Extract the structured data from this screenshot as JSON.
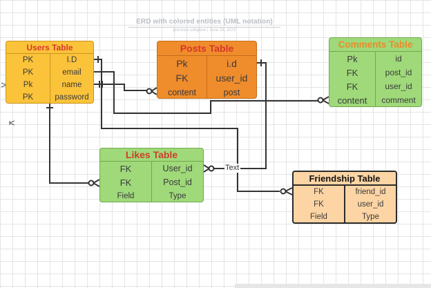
{
  "title": "ERD with colored entities (UML notation)",
  "subtitle": "previous udegbue | June 28, 2023",
  "colors": {
    "users_fill": "#fbc33a",
    "posts_fill": "#ef8c2c",
    "green_fill": "#9fd97a",
    "friendship_fill": "#fdd5a4",
    "line": "#333333"
  },
  "entities": {
    "users": {
      "title": "Users Table",
      "rows": [
        {
          "key": "PK",
          "value": "I.D"
        },
        {
          "key": "PK",
          "value": "email"
        },
        {
          "key": "Pk",
          "value": "name"
        },
        {
          "key": "PK",
          "value": "password"
        }
      ]
    },
    "posts": {
      "title": "Posts Table",
      "rows": [
        {
          "key": "Pk",
          "value": "i.d"
        },
        {
          "key": "FK",
          "value": "user_id"
        },
        {
          "key": "content",
          "value": "post"
        }
      ]
    },
    "comments": {
      "title": "Comments Table",
      "rows": [
        {
          "key": "Pk",
          "value": "id"
        },
        {
          "key": "FK",
          "value": "post_id"
        },
        {
          "key": "FK",
          "value": "user_id"
        },
        {
          "key": "content",
          "value": "comment"
        }
      ]
    },
    "likes": {
      "title": "Likes Table",
      "rows": [
        {
          "key": "FK",
          "value": "User_id"
        },
        {
          "key": "FK",
          "value": "Post_id"
        },
        {
          "key": "Field",
          "value": "Type"
        }
      ]
    },
    "friendship": {
      "title": "Friendship Table",
      "rows": [
        {
          "key": "FK",
          "value": "friend_id"
        },
        {
          "key": "FK",
          "value": "user_id"
        },
        {
          "key": "Field",
          "value": "Type"
        }
      ]
    }
  },
  "relationship_label": "Text"
}
